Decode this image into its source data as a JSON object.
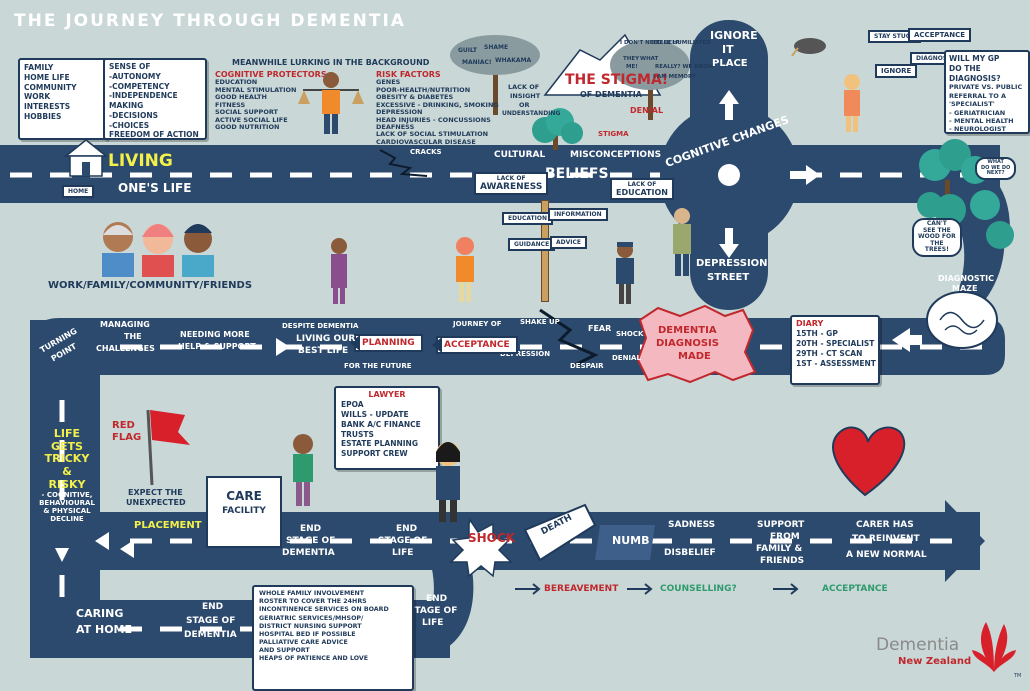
{
  "title": "THE JOURNEY THROUGH DEMENTIA",
  "colors": {
    "road": "#2c4a6e",
    "background": "#c9d7d6",
    "accent_red": "#c0282d",
    "accent_yellow": "#f3f04a",
    "accent_green": "#2f9a6e",
    "text_dark": "#1f3a5a"
  },
  "life_note": [
    "FAMILY",
    "HOME LIFE",
    "COMMUNITY",
    "WORK",
    "INTERESTS",
    "HOBBIES"
  ],
  "sense_note": [
    "SENSE OF",
    "-AUTONOMY",
    "-COMPETENCY",
    "-INDEPENDENCE",
    "MAKING",
    "-DECISIONS",
    "-CHOICES",
    "FREEDOM OF ACTION"
  ],
  "lurking": "MEANWHILE LURKING IN THE BACKGROUND",
  "protectors": {
    "title": "COGNITIVE PROTECTORS",
    "items": [
      "EDUCATION",
      "MENTAL STIMULATION",
      "GOOD HEALTH",
      "FITNESS",
      "SOCIAL SUPPORT",
      "ACTIVE SOCIAL LIFE",
      "GOOD NUTRITION"
    ]
  },
  "risks": {
    "title": "RISK FACTORS",
    "items": [
      "GENES",
      "POOR-HEALTH/NUTRITION",
      "OBESITY & DIABETES",
      "EXCESSIVE - DRINKING, SMOKING",
      "DEPRESSION",
      "HEAD INJURIES - CONCUSSIONS",
      "DEAFNESS",
      "LACK OF SOCIAL STIMULATION",
      "CARDIOVASCULAR DISEASE"
    ]
  },
  "stigma": {
    "main": "THE STIGMA!",
    "sub": "OF DEMENTIA",
    "denial": "DENIAL",
    "stigma_small": "STIGMA",
    "tree1": [
      "GUILT",
      "SHAME",
      "MANIAC!",
      "WHAKAMA"
    ],
    "insight": [
      "LACK OF",
      "INSIGHT",
      "OR",
      "UNDERSTANDING"
    ],
    "tree2": [
      "I DON'T NEED HELP",
      "I FEEL HUMILIATED",
      "REALLY? WE KNOW",
      "THEY",
      "WHAT",
      "ME!",
      "I AM MEMORY"
    ]
  },
  "top_road": {
    "living": "LIVING",
    "ones_life": "ONE'S LIFE",
    "home": "HOME",
    "cracks": "CRACKS",
    "cultural": "CULTURAL",
    "misconceptions": "MISCONCEPTIONS",
    "beliefs": "BELIEFS",
    "lack_awareness": [
      "LACK OF",
      "AWARENESS"
    ],
    "lack_education": [
      "LACK OF",
      "EDUCATION"
    ]
  },
  "roundabout": {
    "cognitive": "COGNITIVE CHANGES",
    "ignore": [
      "IGNORE",
      "IT",
      "PLACE"
    ],
    "depression": [
      "DEPRESSION",
      "STREET"
    ]
  },
  "signpost_right": [
    "STAY STUCK",
    "ACCEPTANCE",
    "IGNORE",
    "DIAGNOSIS"
  ],
  "gp_note": [
    "WILL MY GP",
    "DO THE",
    "DIAGNOSIS?",
    "PRIVATE VS. PUBLIC",
    "REFERRAL TO A",
    "'SPECIALIST'",
    "- GERIATRICIAN",
    "- MENTAL HEALTH",
    "- NEUROLOGIST"
  ],
  "forest": {
    "what_next": [
      "WHAT",
      "DO WE DO",
      "NEXT?"
    ],
    "cant_see": [
      "CAN'T",
      "SEE THE",
      "WOOD FOR",
      "THE",
      "TREES!"
    ],
    "maze": [
      "DIAGNOSTIC",
      "MAZE"
    ]
  },
  "guide_signs": [
    "EDUCATION",
    "INFORMATION",
    "GUIDANCE",
    "ADVICE"
  ],
  "work_family": "WORK/FAMILY/COMMUNITY/FRIENDS",
  "diary": {
    "title": "DIARY",
    "entries": [
      "15TH - GP",
      "20TH - SPECIALIST",
      "29TH - CT SCAN",
      "1ST - ASSESSMENT"
    ]
  },
  "diagnosis": [
    "DEMENTIA",
    "DIAGNOSIS",
    "MADE"
  ],
  "middle_road": {
    "shake_up": "SHAKE UP",
    "fear": "FEAR",
    "shock": "SHOCK",
    "denial": "DENIAL",
    "despair": "DESPAIR",
    "depression": "DEPRESSION",
    "journey_of": "JOURNEY OF",
    "acceptance": "ACCEPTANCE",
    "planning": "PLANNING",
    "for_future": "FOR THE FUTURE",
    "despite": "DESPITE DEMENTIA",
    "living_our": [
      "LIVING OUR",
      "BEST LIFE"
    ],
    "needing": [
      "NEEDING MORE",
      "HELP & SUPPORT"
    ],
    "managing": [
      "MANAGING",
      "THE",
      "CHALLENGES"
    ],
    "turning": [
      "TURNING",
      "POINT"
    ]
  },
  "lawyer": {
    "title": "LAWYER",
    "items": [
      "EPOA",
      "WILLS - UPDATE",
      "BANK A/C FINANCE",
      "TRUSTS",
      "ESTATE PLANNING",
      "SUPPORT CREW"
    ]
  },
  "life_tricky": {
    "lines": [
      "LIFE",
      "GETS",
      "TRICKY",
      "&",
      "RISKY"
    ],
    "sub": [
      "- COGNITIVE,",
      "BEHAVIOURAL",
      "& PHYSICAL",
      "DECLINE"
    ]
  },
  "red_flag": [
    "RED",
    "FLAG"
  ],
  "expect": [
    "EXPECT THE",
    "UNEXPECTED"
  ],
  "placement": "PLACEMENT",
  "care": [
    "CARE",
    "FACILITY"
  ],
  "lower_road": {
    "end_stage_dementia": [
      "END",
      "STAGE OF",
      "DEMENTIA"
    ],
    "end_stage_life": [
      "END",
      "STAGE OF",
      "LIFE"
    ],
    "shock": "SHOCK",
    "death": "DEATH",
    "numb": "NUMB",
    "sadness": "SADNESS",
    "disbelief": "DISBELIEF",
    "support": [
      "SUPPORT",
      "FROM",
      "FAMILY &",
      "FRIENDS"
    ],
    "carer": [
      "CARER HAS",
      "TO REINVENT",
      "A NEW NORMAL"
    ]
  },
  "grief_row": {
    "bereavement": "BEREAVEMENT",
    "counselling": "COUNSELLING?",
    "acceptance": "ACCEPTANCE"
  },
  "bottom_road": {
    "caring": [
      "CARING",
      "AT HOME"
    ],
    "end_stage_dementia": [
      "END",
      "STAGE OF",
      "DEMENTIA"
    ],
    "end_stage_life": [
      "END",
      "STAGE OF",
      "LIFE"
    ]
  },
  "home_care_note": [
    "WHOLE FAMILY INVOLVEMENT",
    "ROSTER TO COVER THE 24HRS",
    "INCONTINENCE SERVICES ON BOARD",
    "GERIATRIC SERVICES/MHSOP/",
    "DISTRICT NURSING SUPPORT",
    "HOSPITAL BED IF POSSIBLE",
    "PALLIATIVE CARE ADVICE",
    "AND SUPPORT",
    "HEAPS OF PATIENCE AND LOVE"
  ],
  "logo": {
    "line1": "Dementia",
    "line2": "New Zealand",
    "tm": "TM"
  }
}
